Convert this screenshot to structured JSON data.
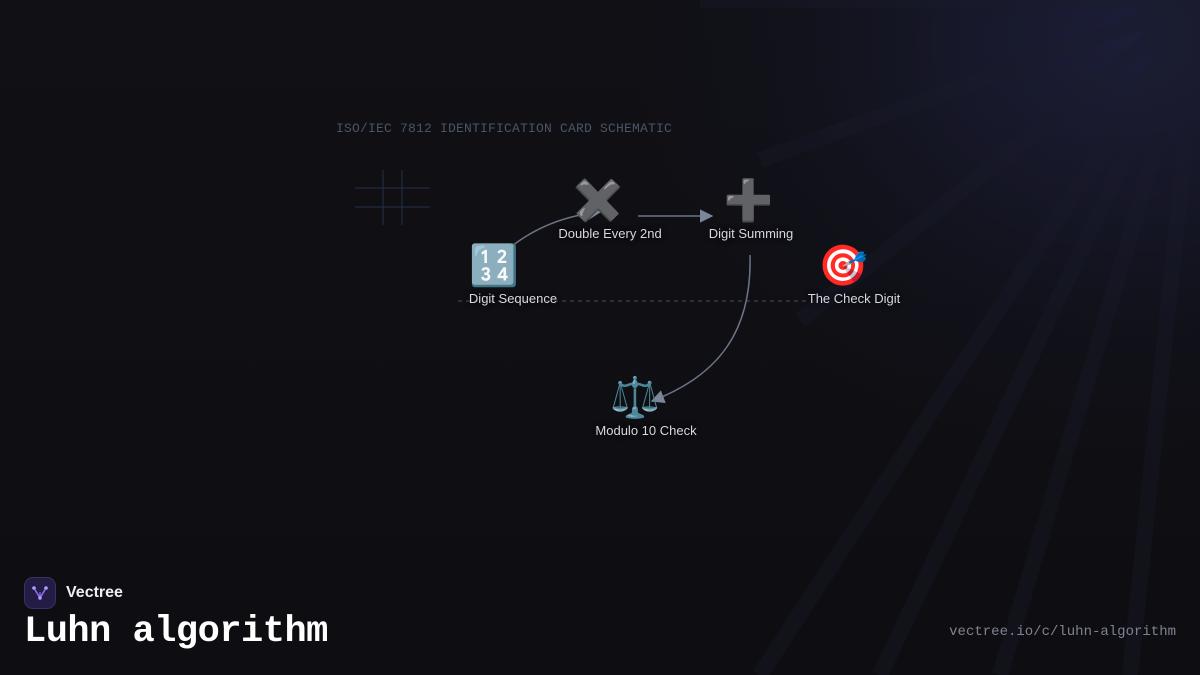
{
  "diagram": {
    "schematic_label": "ISO/IEC 7812 IDENTIFICATION CARD SCHEMATIC",
    "nodes": [
      {
        "id": "digit-sequence",
        "icon": "🔢",
        "icon_name": "input-numbers-icon",
        "label": "Digit Sequence"
      },
      {
        "id": "double-every-2nd",
        "icon": "✖️",
        "icon_name": "multiply-icon",
        "label": "Double Every 2nd"
      },
      {
        "id": "digit-summing",
        "icon": "➕",
        "icon_name": "plus-icon",
        "label": "Digit Summing"
      },
      {
        "id": "check-digit",
        "icon": "🎯",
        "icon_name": "target-icon",
        "label": "The Check Digit"
      },
      {
        "id": "modulo-10-check",
        "icon": "⚖️",
        "icon_name": "balance-scale-icon",
        "label": "Modulo 10 Check"
      }
    ],
    "edges": [
      {
        "from": "digit-sequence",
        "to": "double-every-2nd",
        "style": "solid-arrow"
      },
      {
        "from": "double-every-2nd",
        "to": "digit-summing",
        "style": "solid-arrow"
      },
      {
        "from": "digit-summing",
        "to": "modulo-10-check",
        "style": "solid-arrow"
      },
      {
        "from": "digit-sequence",
        "to": "check-digit",
        "style": "dashed"
      }
    ],
    "colors": {
      "edge": "#6b7486",
      "dashed_edge": "#3c4452",
      "grid": "#27304a",
      "label": "#d6d9e0"
    }
  },
  "footer": {
    "brand_name": "Vectree",
    "title": "Luhn algorithm",
    "url": "vectree.io/c/luhn-algorithm"
  }
}
